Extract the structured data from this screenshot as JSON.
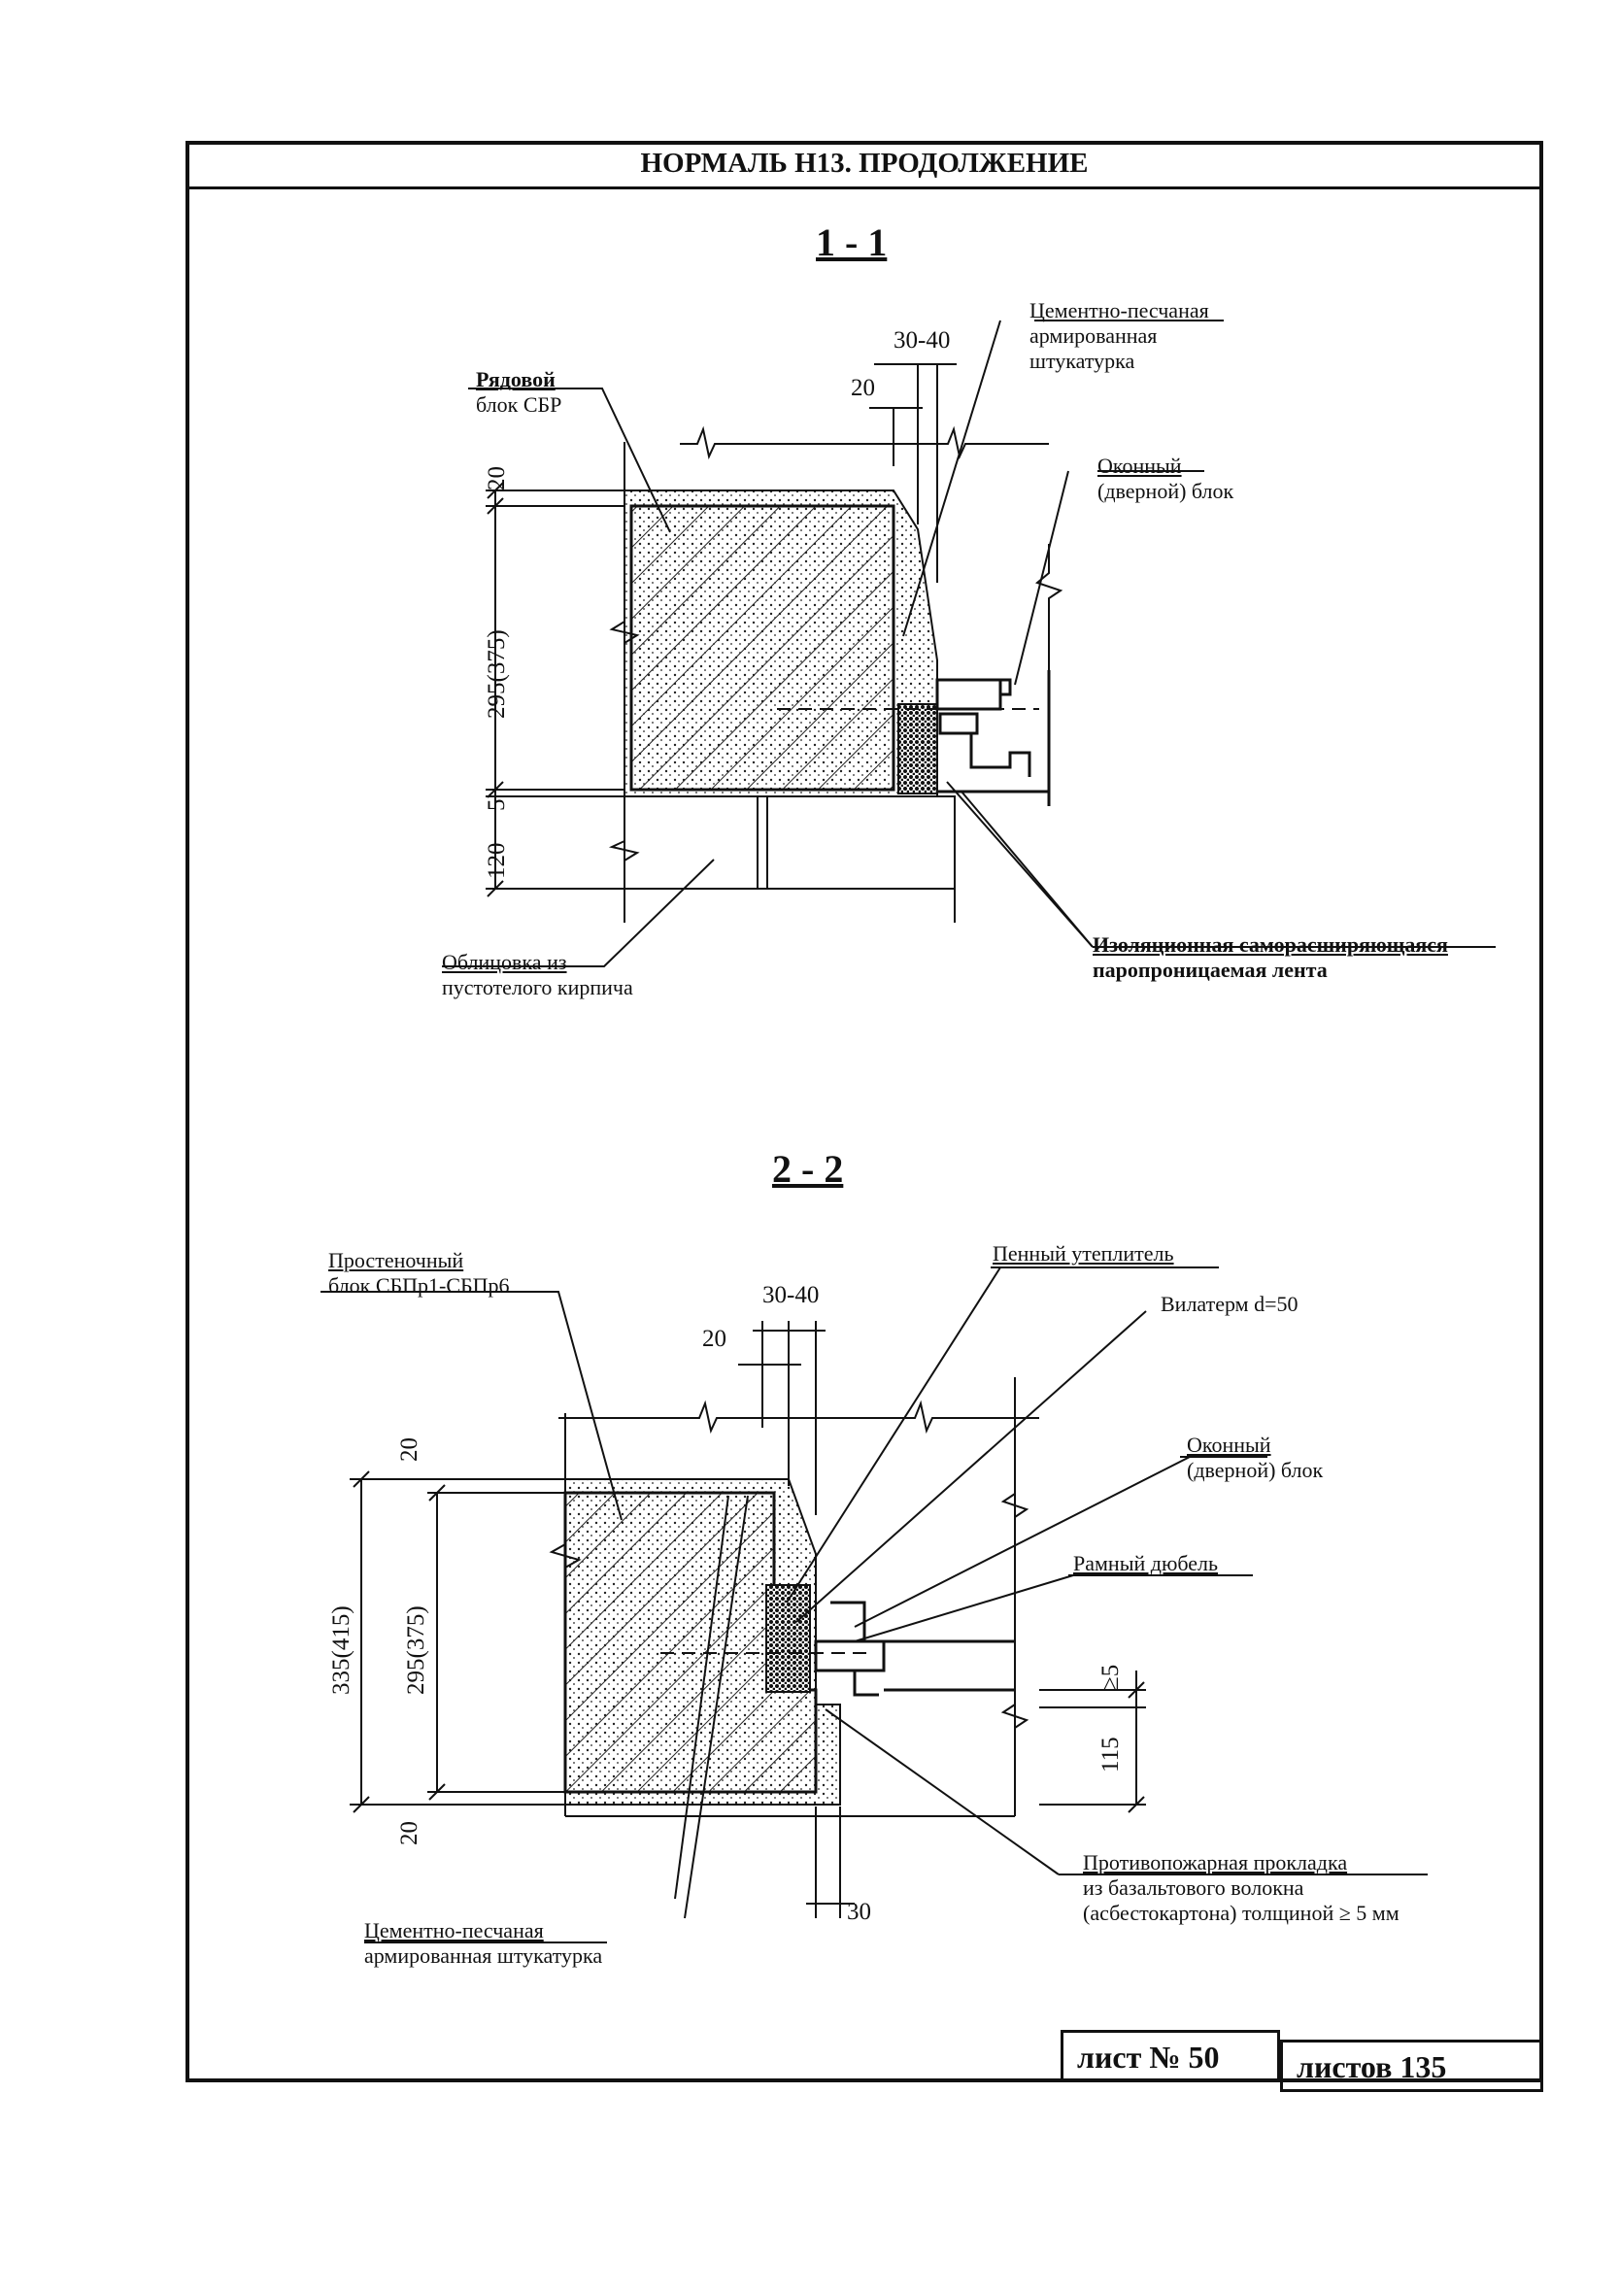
{
  "header": {
    "title": "НОРМАЛЬ Н13. ПРОДОЛЖЕНИЕ"
  },
  "section1": {
    "title": "1 - 1",
    "labels": {
      "plaster": [
        "Цементно-песчаная",
        "армированная",
        "штукатурка"
      ],
      "row_block": [
        "Рядовой",
        "блок СБР"
      ],
      "window_block": [
        "Оконный",
        "(дверной) блок"
      ],
      "tape": [
        "Изоляционная саморасширяющаяся",
        "паропроницаемая лента"
      ],
      "cladding": [
        "Облицовка из",
        "пустотелого кирпича"
      ]
    },
    "dims": {
      "a": "30-40",
      "b": "20",
      "c": "20",
      "d": "295(375)",
      "e": "5",
      "f": "120"
    }
  },
  "section2": {
    "title": "2 - 2",
    "labels": {
      "pier_block": [
        "Простеночный",
        "блок СБПр1-СБПр6"
      ],
      "foam": "Пенный утеплитель",
      "vilaterm": "Вилатерм d=50",
      "window_block": [
        "Оконный",
        "(дверной) блок"
      ],
      "dowel": "Рамный дюбель",
      "fire_gasket": [
        "Противопожарная прокладка",
        "из базальтового волокна",
        "(асбестокартона) толщиной ≥ 5 мм"
      ],
      "plaster": [
        "Цементно-песчаная",
        "армированная штукатурка"
      ]
    },
    "dims": {
      "a": "30-40",
      "b": "20",
      "c": "20",
      "d": "335(415)",
      "e": "295(375)",
      "f": "20",
      "g": "≥5",
      "h": "115",
      "i": "30"
    }
  },
  "title_block": {
    "sheet": "лист № 50",
    "sheets": "листов 135"
  }
}
